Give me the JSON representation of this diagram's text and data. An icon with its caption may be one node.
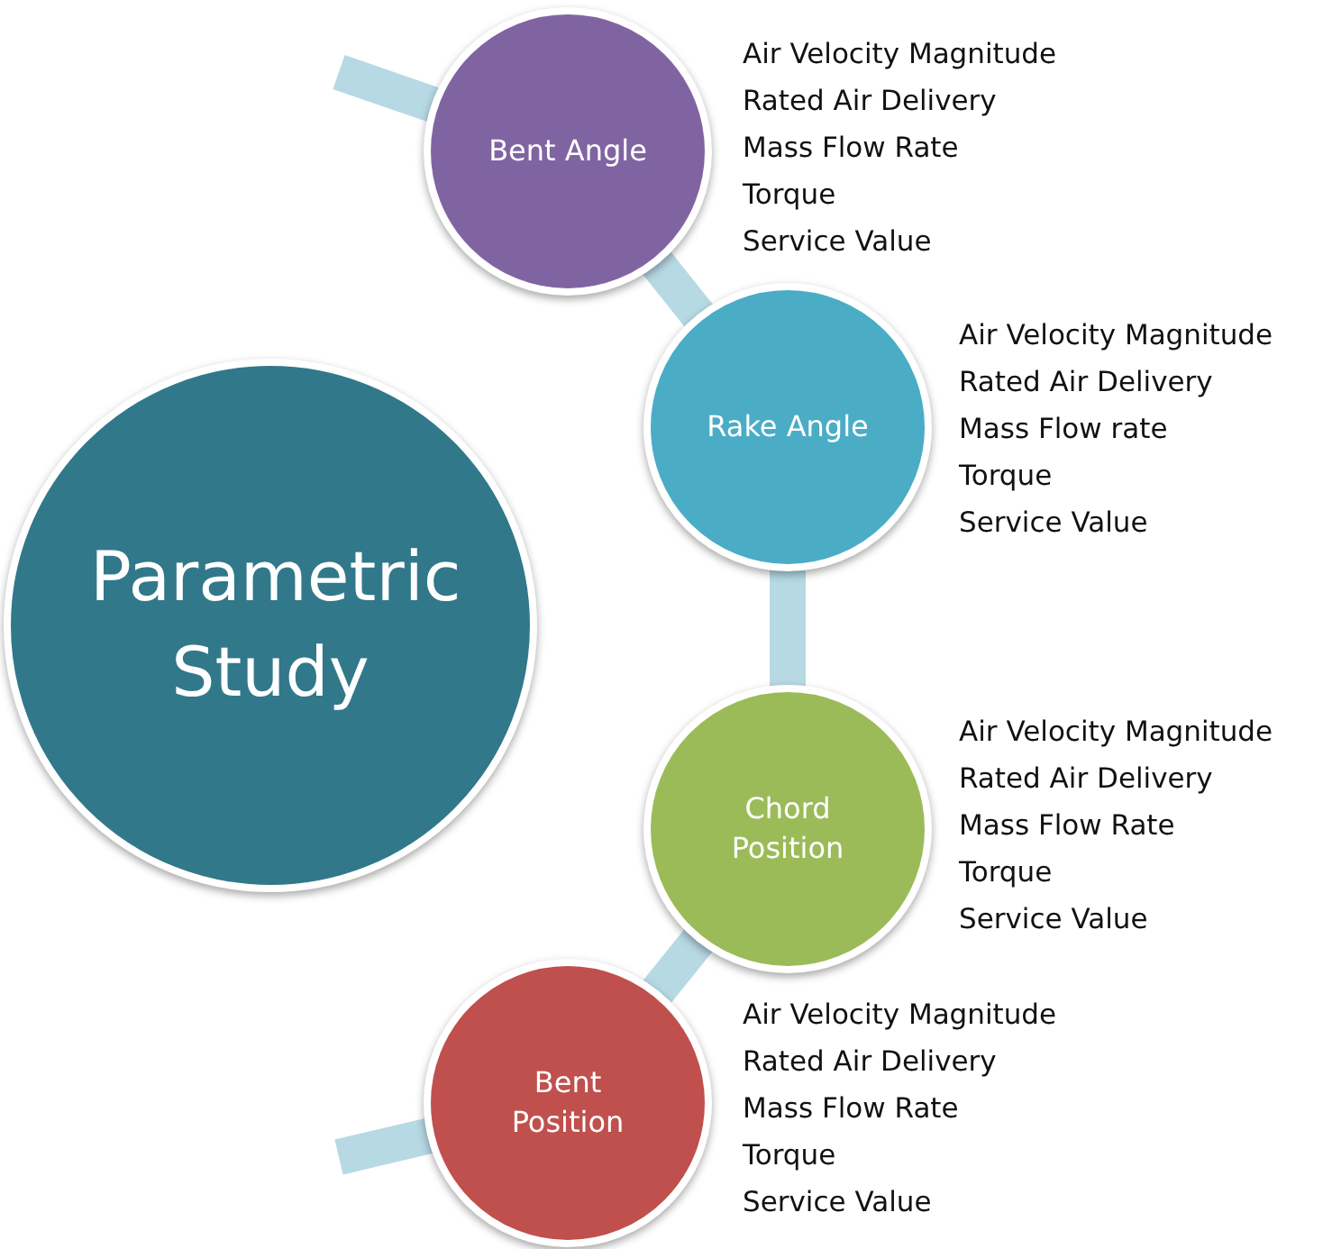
{
  "diagram": {
    "nodes": [
      {
        "text": [
          "Parametric Study"
        ]
      },
      {
        "text": [
          "Bent Angle"
        ],
        "beside": [
          "Air Velocity Magnitude",
          "Rated Air Delivery",
          "Mass Flow Rate",
          "Torque",
          "Service Value"
        ]
      },
      {
        "text": [
          "Rake Angle"
        ],
        "beside": [
          "Air Velocity Magnitude",
          "Rated Air Delivery",
          "Mass Flow rate",
          "Torque",
          "Service Value"
        ]
      },
      {
        "text": [
          "Chord Position"
        ],
        "beside": [
          "Air Velocity Magnitude",
          "Rated Air Delivery",
          "Mass Flow Rate",
          "Torque",
          "Service Value"
        ]
      },
      {
        "text": [
          "Bent Position"
        ],
        "beside": [
          "Air Velocity Magnitude",
          "Rated Air Delivery",
          "Mass Flow Rate",
          "Torque",
          "Service Value"
        ]
      }
    ],
    "edges": [
      {
        "from": null,
        "to": 1,
        "arrow": "none"
      },
      {
        "from": 1,
        "to": 2,
        "arrow": "none"
      },
      {
        "from": 2,
        "to": 3,
        "arrow": "none"
      },
      {
        "from": 3,
        "to": 4,
        "arrow": "none"
      },
      {
        "from": 4,
        "to": null,
        "arrow": "none"
      }
    ]
  }
}
